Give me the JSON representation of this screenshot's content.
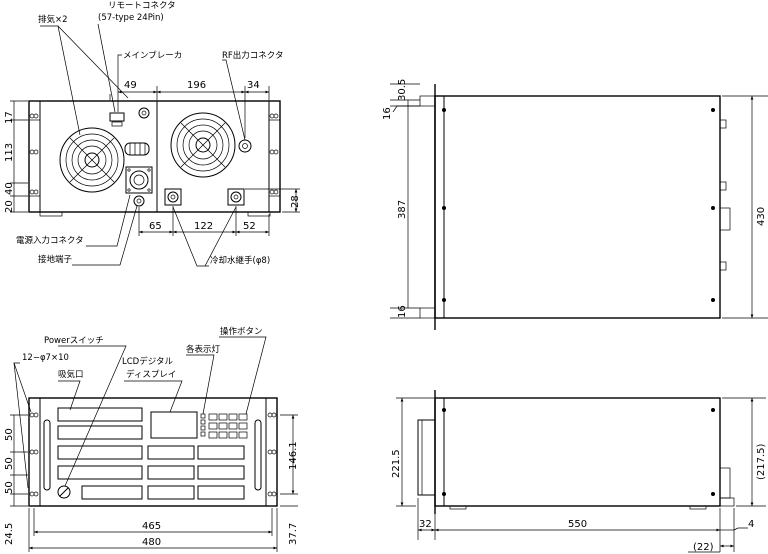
{
  "labels": {
    "exhaust": "排気×2",
    "remote_connector": "リモートコネクタ",
    "remote_type": "(57-type  24Pin)",
    "main_breaker": "メインブレーカ",
    "rf_output": "RF出力コネクタ",
    "power_input": "電源入力コネクタ",
    "ground": "接地端子",
    "cooling_water": "冷却水継手(φ8)",
    "power_switch": "Powerスイッチ",
    "mount_holes": "12−φ7×10",
    "intake": "吸気口",
    "lcd_line1": "LCDデジタル",
    "lcd_line2": "ディスプレイ",
    "indicators": "各表示灯",
    "op_buttons": "操作ボタン"
  },
  "dims_rear": {
    "d49": "49",
    "d196": "196",
    "d34": "34",
    "d17": "17",
    "d113": "113",
    "d20": "20",
    "d40": "40",
    "d65": "65",
    "d122": "122",
    "d52": "52",
    "d28": "28"
  },
  "dims_side_top": {
    "d30_5": "30.5",
    "d16a": "16",
    "d387": "387",
    "d16b": "16",
    "d430": "430"
  },
  "dims_front": {
    "d50a": "50",
    "d50b": "50",
    "d50c": "50",
    "d146_1": "146.1",
    "d24_5": "24.5",
    "d465": "465",
    "d480": "480",
    "d37_7": "37.7"
  },
  "dims_side": {
    "d221_5": "221.5",
    "d217_5": "(217.5)",
    "d32": "32",
    "d550": "550",
    "d4": "4",
    "d22": "(22)"
  }
}
